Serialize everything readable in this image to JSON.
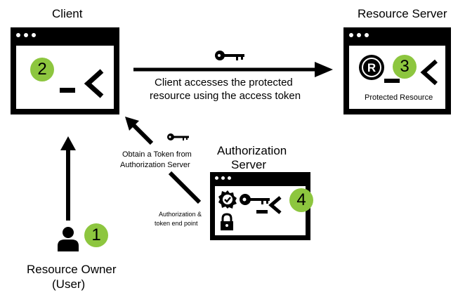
{
  "labels": {
    "client": "Client",
    "resource_server": "Resource Server",
    "authorization_server_line1": "Authorization",
    "authorization_server_line2": "Server",
    "resource_owner_line1": "Resource Owner",
    "resource_owner_line2": "(User)",
    "protected_resource": "Protected Resource",
    "arrow_access_line1": "Client accesses the protected",
    "arrow_access_line2": "resource using the access token",
    "obtain_token_line1": "Obtain a Token from",
    "obtain_token_line2": "Authorization Server",
    "endpoint_line1": "Authorization &",
    "endpoint_line2": "token end point"
  },
  "steps": {
    "resource_owner": "1",
    "client": "2",
    "resource_server": "3",
    "authorization_server": "4"
  },
  "colors": {
    "badge": "#8dc63f",
    "foreground": "#000000",
    "background": "#ffffff"
  },
  "icons": [
    "key-icon",
    "user-icon",
    "registered-icon",
    "seal-check-icon",
    "lock-icon",
    "prompt-chevron-icon"
  ]
}
